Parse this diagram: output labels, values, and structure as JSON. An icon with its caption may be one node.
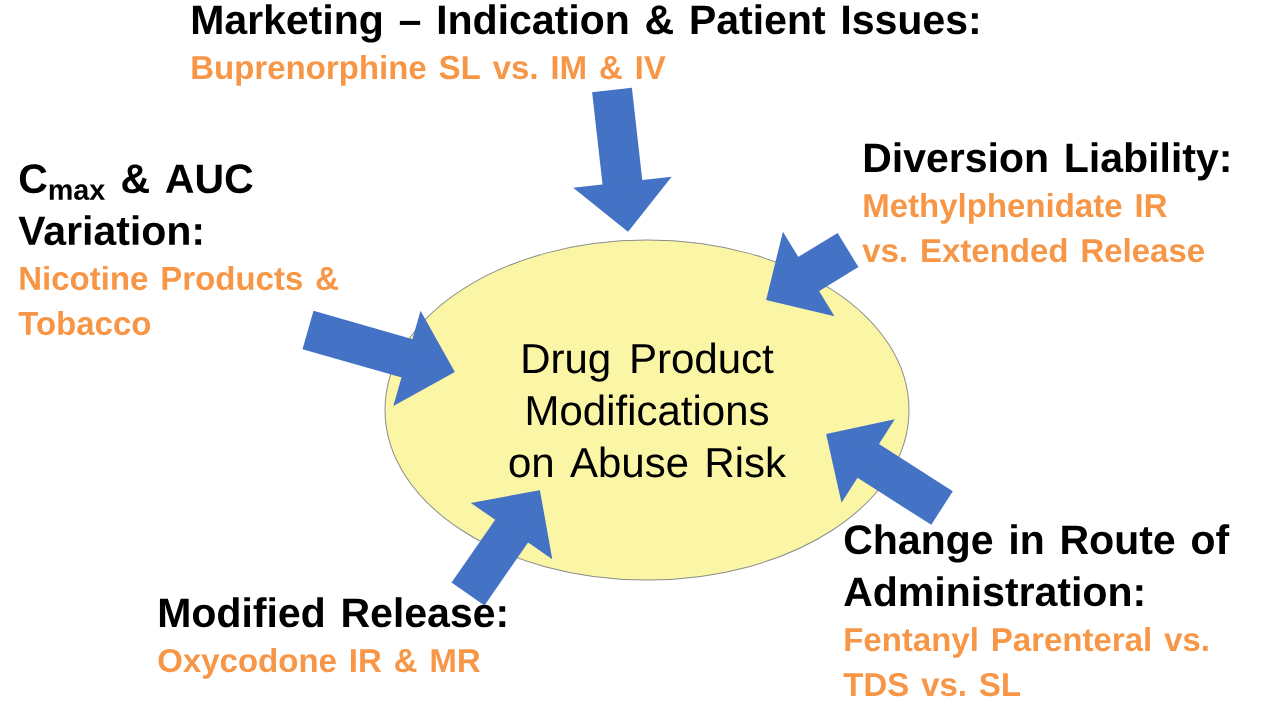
{
  "diagram": {
    "nodes": [
      {
        "text": [
          "Drug Product Modifications on Abuse Risk"
        ]
      },
      {
        "text": [
          "Marketing – Indication & Patient Issues:",
          "Buprenorphine SL vs. IM & IV"
        ]
      },
      {
        "text": [
          "C$_{max}$ & AUC Variation:",
          "Nicotine Products & Tobacco"
        ]
      },
      {
        "text": [
          "Diversion Liability:",
          "Methylphenidate IR vs. Extended Release"
        ]
      },
      {
        "text": [
          "Change in Route of Administration:",
          "Fentanyl Parenteral vs. TDS vs. SL"
        ]
      },
      {
        "text": [
          "Modified Release:",
          "Oxycodone IR & MR"
        ]
      }
    ],
    "edges": [
      {
        "from": 1,
        "to": 0,
        "arrow": "to"
      },
      {
        "from": 2,
        "to": 0,
        "arrow": "to"
      },
      {
        "from": 3,
        "to": 0,
        "arrow": "to"
      },
      {
        "from": 4,
        "to": 0,
        "arrow": "to"
      },
      {
        "from": 5,
        "to": 0,
        "arrow": "to"
      }
    ]
  }
}
